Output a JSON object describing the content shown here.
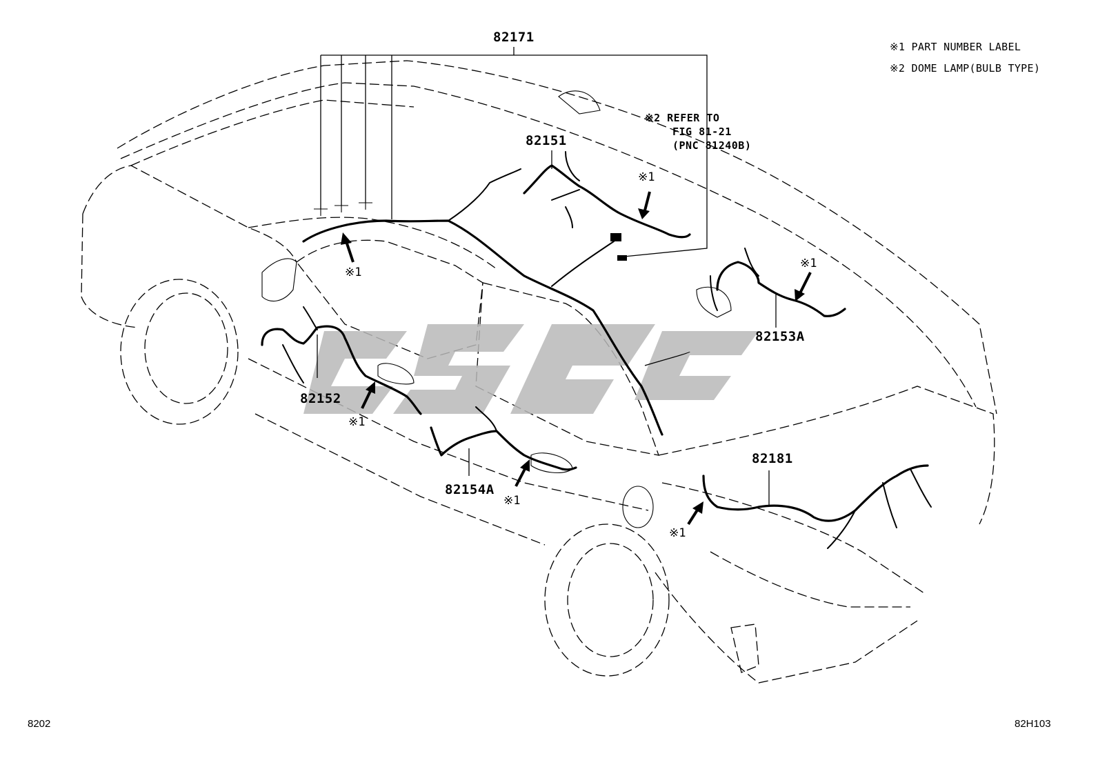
{
  "legend": {
    "item1": "※1 PART NUMBER LABEL",
    "item2": "※2 DOME LAMP(BULB TYPE)"
  },
  "refer_note": {
    "line1": "※2 REFER TO",
    "line2": "FIG 81-21",
    "line3": "(PNC 81240B)"
  },
  "parts": {
    "p82171": "82171",
    "p82151": "82151",
    "p82152": "82152",
    "p82153A": "82153A",
    "p82154A": "82154A",
    "p82181": "82181"
  },
  "marks": {
    "m_roof": "※1",
    "m_ceiling": "※1",
    "m_frontdoor": "※1",
    "m_reardoor": "※1",
    "m_rightdoor": "※1",
    "m_trunk": "※1"
  },
  "footer": {
    "left": "8202",
    "right": "82H103"
  },
  "watermark": {
    "color": "#b9b9b9"
  }
}
